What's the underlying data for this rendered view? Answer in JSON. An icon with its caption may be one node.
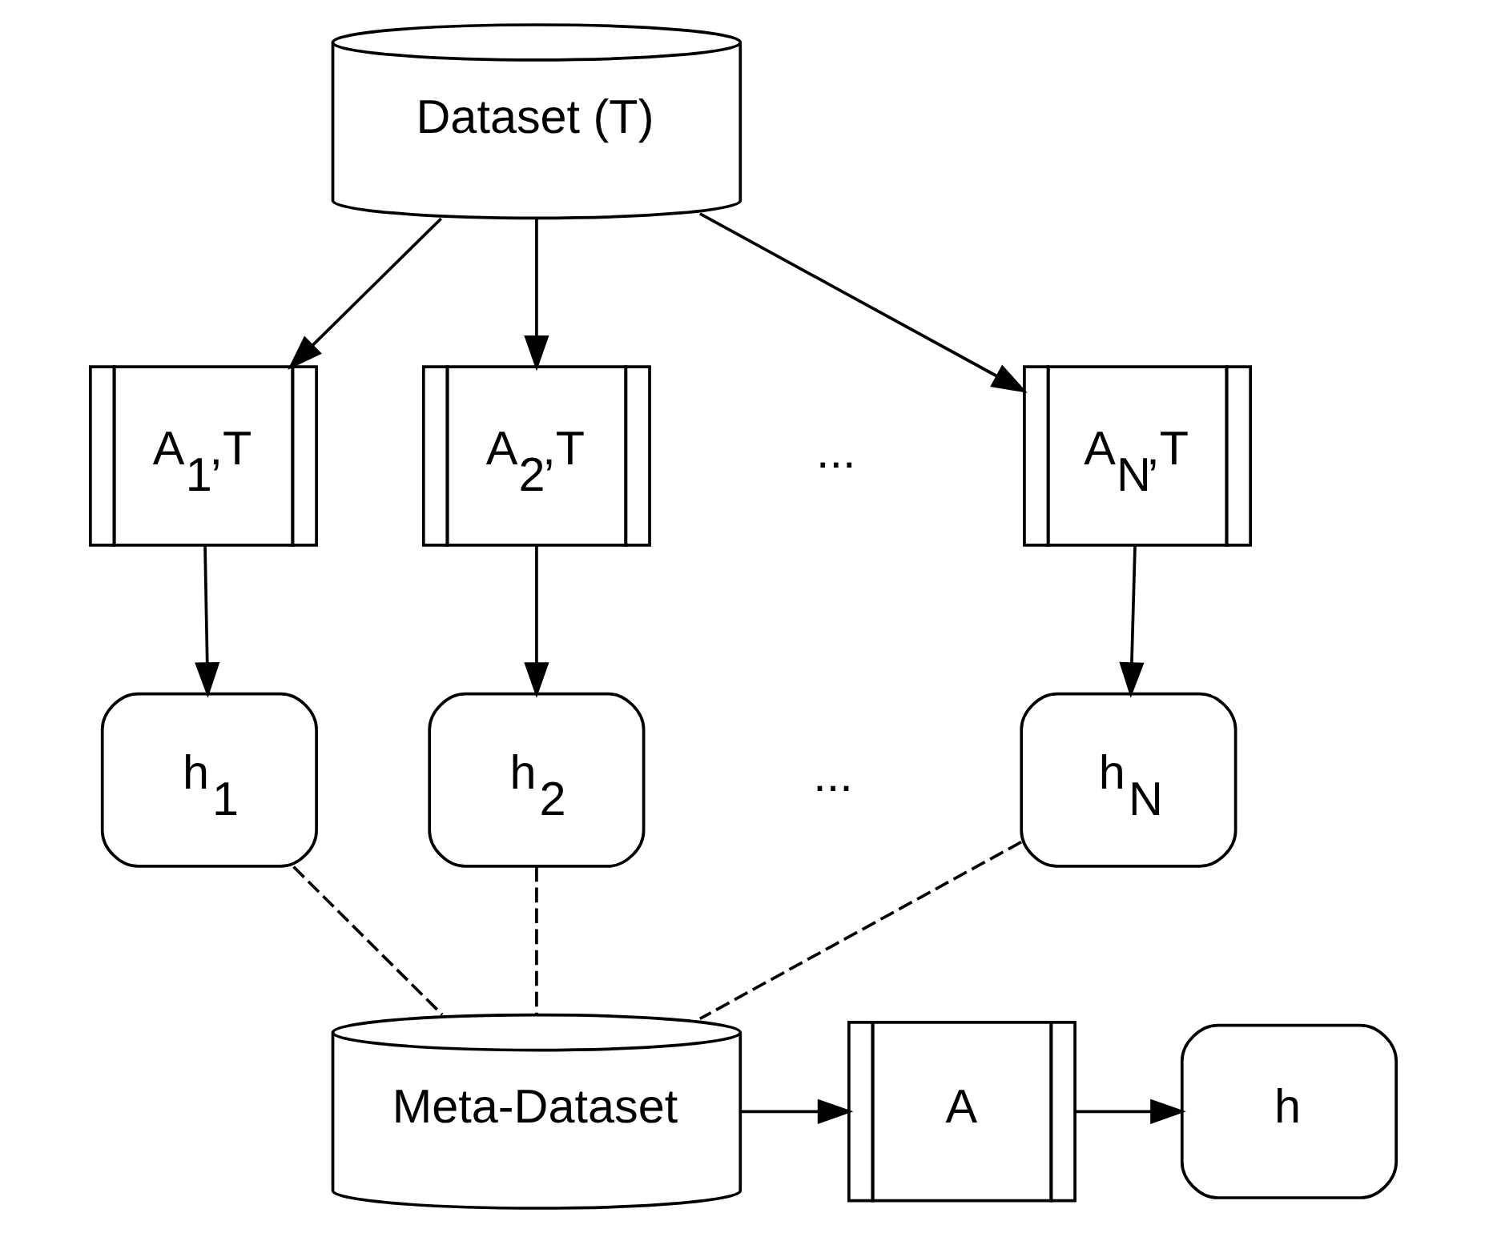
{
  "diagram": {
    "nodes": [
      {
        "text": [
          "Dataset (T)"
        ]
      },
      {
        "text": [
          "A$_{1}$,T"
        ]
      },
      {
        "text": [
          "A$_{2}$,T"
        ]
      },
      {
        "text": [
          "A$_{N}$,T"
        ]
      },
      {
        "text": [
          "h$_{1}$"
        ]
      },
      {
        "text": [
          "h$_{2}$"
        ]
      },
      {
        "text": [
          "h$_{N}$"
        ]
      },
      {
        "text": [
          "Meta-Dataset"
        ]
      },
      {
        "text": [
          "A"
        ]
      },
      {
        "text": [
          "h"
        ]
      }
    ],
    "edges": [
      {
        "from": 0,
        "to": 1,
        "arrow": "to"
      },
      {
        "from": 0,
        "to": 2,
        "arrow": "to"
      },
      {
        "from": 0,
        "to": 3,
        "arrow": "to"
      },
      {
        "from": 1,
        "to": 4,
        "arrow": "to"
      },
      {
        "from": 2,
        "to": 5,
        "arrow": "to"
      },
      {
        "from": 3,
        "to": 6,
        "arrow": "to"
      },
      {
        "from": 4,
        "to": 7,
        "arrow": "none",
        "style": "dashed"
      },
      {
        "from": 5,
        "to": 7,
        "arrow": "none",
        "style": "dashed"
      },
      {
        "from": 6,
        "to": 7,
        "arrow": "none",
        "style": "dashed"
      },
      {
        "from": 7,
        "to": 8,
        "arrow": "to"
      },
      {
        "from": 8,
        "to": 9,
        "arrow": "to"
      }
    ],
    "labels": [
      "...",
      "..."
    ]
  }
}
